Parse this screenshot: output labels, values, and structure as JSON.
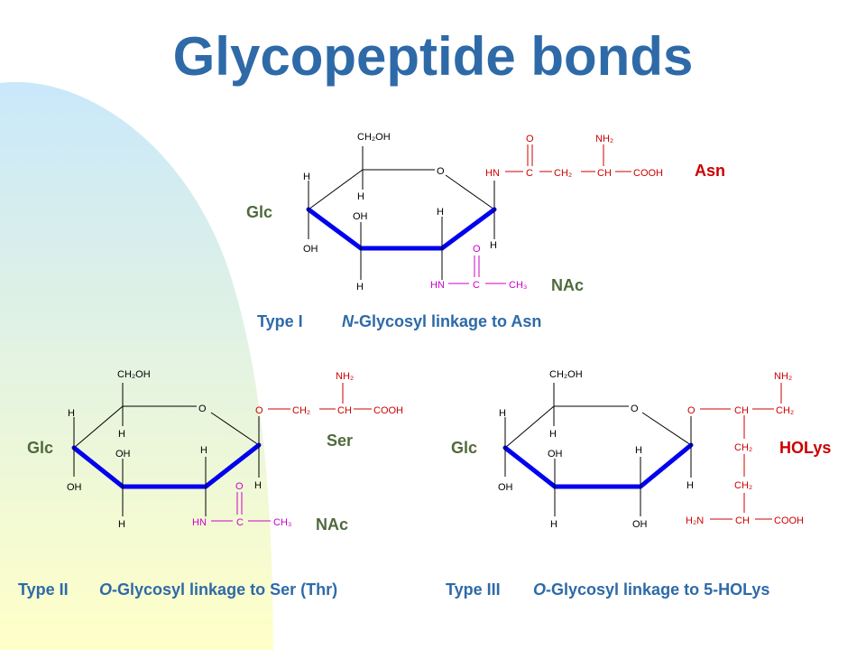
{
  "title": "Glycopeptide bonds",
  "colors": {
    "title": "#2E6AA8",
    "label_olive": "#4F6A3C",
    "label_red": "#CC0000",
    "atom_red": "#CC0000",
    "atom_magenta": "#CC00CC",
    "bold_bond": "#0000EE",
    "background_gradient": [
      "#C9E8FA",
      "#FFFFC8"
    ]
  },
  "type1": {
    "glc_label": "Glc",
    "asn_label": "Asn",
    "nac_label": "NAc",
    "caption_type": "Type I",
    "caption_prefix": "N",
    "caption_rest": "-Glycosyl linkage to Asn",
    "atoms": {
      "ch2oh": "CH₂OH",
      "ring_o": "O",
      "h_c4": "H",
      "oh_c4": "OH",
      "h_c5": "H",
      "oh_c3": "OH",
      "h_c3": "H",
      "h_c2": "H",
      "h_c1": "H",
      "hn_link": "HN",
      "c_link": "C",
      "o_link": "O",
      "ch2": "CH₂",
      "ch": "CH",
      "nh2": "NH₂",
      "cooh": "COOH",
      "hn_nac": "HN",
      "c_nac": "C",
      "o_nac": "O",
      "ch3": "CH₃"
    }
  },
  "type2": {
    "glc_label": "Glc",
    "ser_label": "Ser",
    "nac_label": "NAc",
    "caption_type": "Type II",
    "caption_prefix": "O",
    "caption_rest": "-Glycosyl linkage to Ser (Thr)",
    "atoms": {
      "ch2oh": "CH₂OH",
      "ring_o": "O",
      "h_c4": "H",
      "oh_c4": "OH",
      "h_c5": "H",
      "oh_c3": "OH",
      "h_c3": "H",
      "h_c2": "H",
      "h_c1": "H",
      "o_link": "O",
      "ch2": "CH₂",
      "ch": "CH",
      "nh2": "NH₂",
      "cooh": "COOH",
      "hn_nac": "HN",
      "c_nac": "C",
      "o_nac": "O",
      "ch3": "CH₃"
    }
  },
  "type3": {
    "glc_label": "Glc",
    "holys_label": "HOLys",
    "caption_type": "Type III",
    "caption_prefix": "O",
    "caption_rest": "-Glycosyl linkage to 5-HOLys",
    "atoms": {
      "ch2oh": "CH₂OH",
      "ring_o": "O",
      "h_c4": "H",
      "oh_c4": "OH",
      "h_c5": "H",
      "oh_c3": "OH",
      "h_c3": "H",
      "h_c2": "H",
      "oh_c2": "OH",
      "h_c1": "H",
      "o_link": "O",
      "ch_link": "CH",
      "ch2_side": "CH₂",
      "nh2": "NH₂",
      "ch2_a": "CH₂",
      "ch2_b": "CH₂",
      "h2n": "H₂N",
      "ch_bottom": "CH",
      "cooh": "COOH"
    }
  }
}
